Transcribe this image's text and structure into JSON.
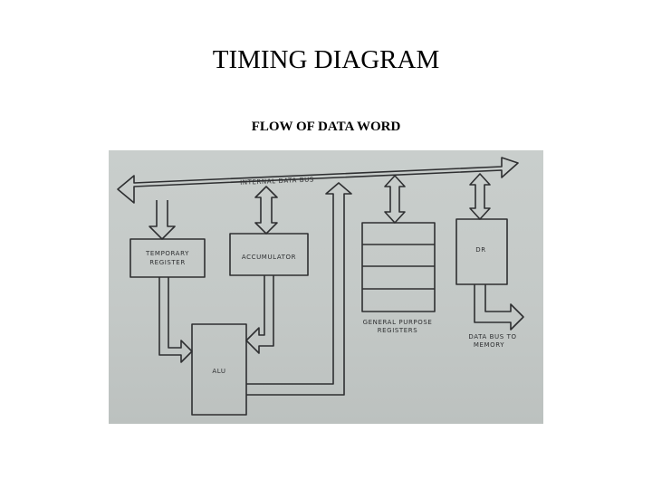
{
  "title": "TIMING DIAGRAM",
  "subtitle": "FLOW OF DATA WORD",
  "diagram": {
    "bus_label": "INTERNAL DATA BUS",
    "temp_register": [
      "TEMPORARY",
      "REGISTER"
    ],
    "accumulator": "ACCUMULATOR",
    "dr": "DR",
    "alu": "ALU",
    "gpr_label": [
      "GENERAL PURPOSE",
      "REGISTERS"
    ],
    "memory_bus_label": [
      "DATA BUS TO",
      "MEMORY"
    ]
  },
  "colors": {
    "ink": "#2e2f31",
    "paper": "#c7cccb"
  }
}
